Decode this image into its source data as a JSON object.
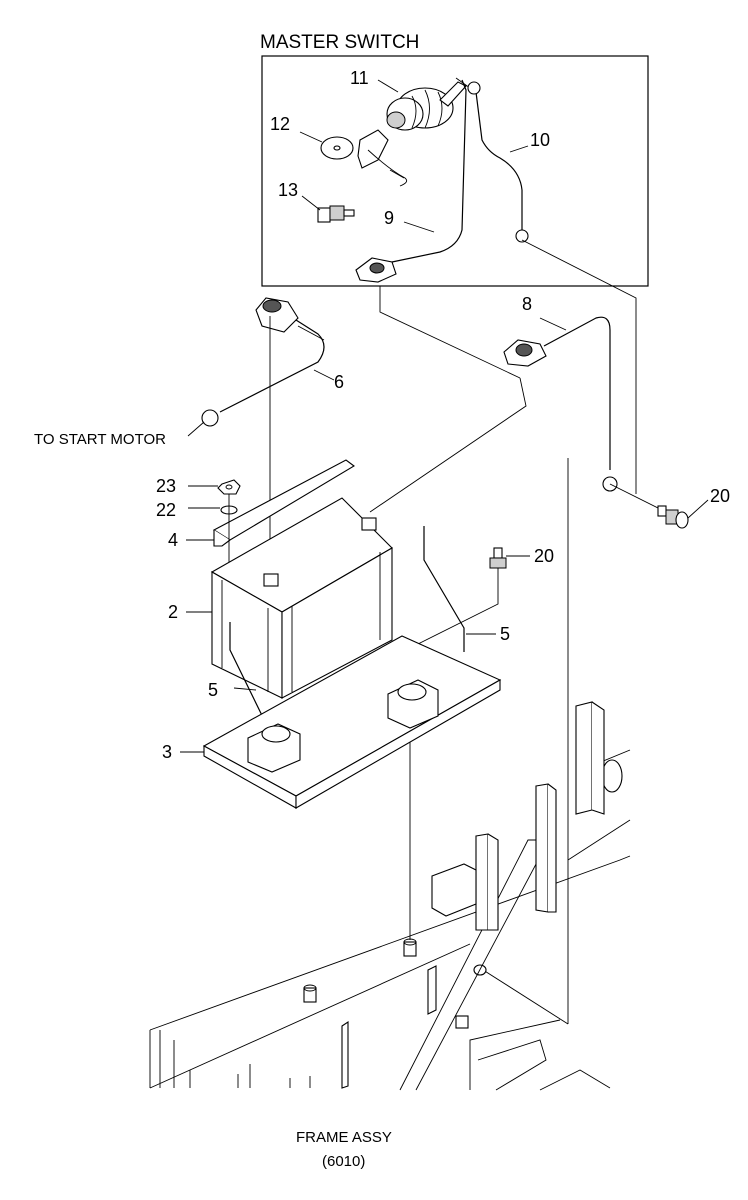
{
  "title": "MASTER SWITCH",
  "labels": {
    "to_start_motor": "TO START MOTOR",
    "frame_assy": "FRAME ASSY",
    "frame_code": "(6010)"
  },
  "callouts": {
    "p11": "11",
    "p12": "12",
    "p13": "13",
    "p10": "10",
    "p9": "9",
    "p8": "8",
    "p6": "6",
    "p23": "23",
    "p22": "22",
    "p4": "4",
    "p2": "2",
    "p20a": "20",
    "p20b": "20",
    "p5a": "5",
    "p5b": "5",
    "p3": "3"
  }
}
